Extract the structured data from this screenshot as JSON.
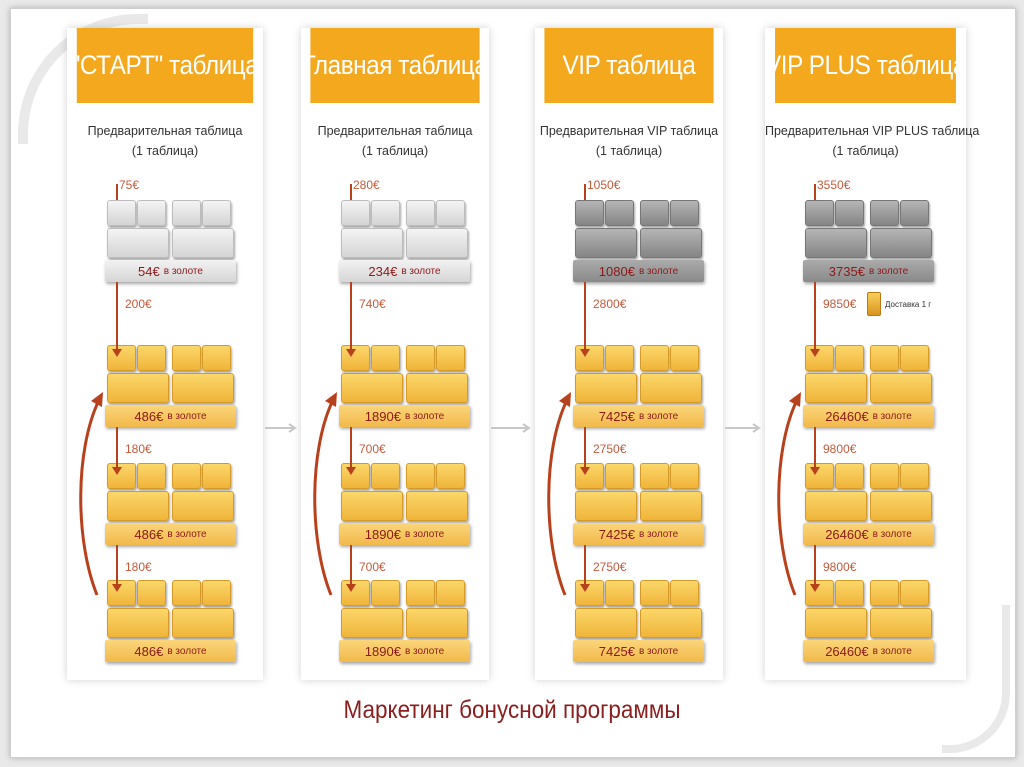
{
  "title": "Маркетинг бонусной программы",
  "gold_suffix": "в золоте",
  "columns": [
    {
      "header": "\"СТАРТ\" таблица",
      "subtitle": [
        "Предварительная таблица",
        "(1 таблица)"
      ],
      "entry": "75€",
      "stages": [
        {
          "value": "54€",
          "style": "gray"
        },
        {
          "amount": "200€",
          "value": "486€",
          "style": "gold"
        },
        {
          "amount": "180€",
          "value": "486€",
          "style": "gold"
        },
        {
          "amount": "180€",
          "value": "486€",
          "style": "gold"
        }
      ]
    },
    {
      "header": "Главная таблица",
      "subtitle": [
        "Предварительная таблица",
        "(1 таблица)"
      ],
      "entry": "280€",
      "stages": [
        {
          "value": "234€",
          "style": "gray"
        },
        {
          "amount": "740€",
          "value": "1890€",
          "style": "gold"
        },
        {
          "amount": "700€",
          "value": "1890€",
          "style": "gold"
        },
        {
          "amount": "700€",
          "value": "1890€",
          "style": "gold"
        }
      ]
    },
    {
      "header": "VIP таблица",
      "subtitle": [
        "Предварительная VIP таблица",
        "(1 таблица)"
      ],
      "entry": "1050€",
      "stages": [
        {
          "value": "1080€",
          "style": "dark"
        },
        {
          "amount": "2800€",
          "value": "7425€",
          "style": "gold"
        },
        {
          "amount": "2750€",
          "value": "7425€",
          "style": "gold"
        },
        {
          "amount": "2750€",
          "value": "7425€",
          "style": "gold"
        }
      ]
    },
    {
      "header": "VIP PLUS таблица",
      "subtitle": [
        "Предварительная VIP PLUS таблица",
        "(1 таблица)"
      ],
      "entry": "3550€",
      "delivery": "Доставка 1 г",
      "stages": [
        {
          "value": "3735€",
          "style": "dark"
        },
        {
          "amount": "9850€",
          "value": "26460€",
          "style": "gold"
        },
        {
          "amount": "9800€",
          "value": "26460€",
          "style": "gold"
        },
        {
          "amount": "9800€",
          "value": "26460€",
          "style": "gold"
        }
      ]
    }
  ],
  "colors": {
    "header": "#f3a81e",
    "arrow": "#b8411d",
    "title": "#8b1e1e"
  }
}
